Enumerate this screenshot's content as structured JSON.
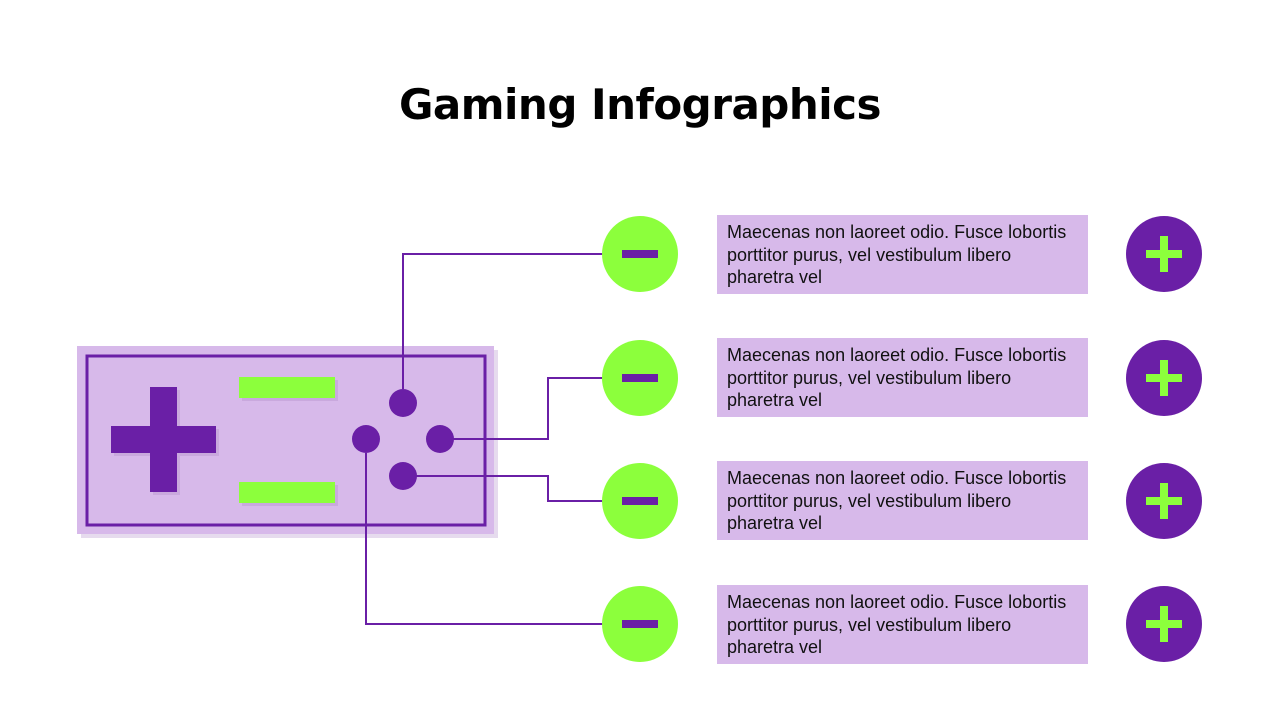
{
  "title": "Gaming Infographics",
  "colors": {
    "purple": "#6a1fa6",
    "lavender": "#d7b9ea",
    "green": "#8cff3c",
    "shadow": "#e6dbee"
  },
  "items": [
    {
      "text": "Maecenas non laoreet odio. Fusce lobortis porttitor purus, vel vestibulum libero pharetra vel",
      "left_icon": "minus-icon",
      "right_icon": "plus-icon"
    },
    {
      "text": "Maecenas non laoreet odio. Fusce lobortis porttitor purus, vel vestibulum libero pharetra vel",
      "left_icon": "minus-icon",
      "right_icon": "plus-icon"
    },
    {
      "text": "Maecenas non laoreet odio. Fusce lobortis porttitor purus, vel vestibulum libero pharetra vel",
      "left_icon": "minus-icon",
      "right_icon": "plus-icon"
    },
    {
      "text": "Maecenas non laoreet odio. Fusce lobortis porttitor purus, vel vestibulum libero pharetra vel",
      "left_icon": "minus-icon",
      "right_icon": "plus-icon"
    }
  ]
}
